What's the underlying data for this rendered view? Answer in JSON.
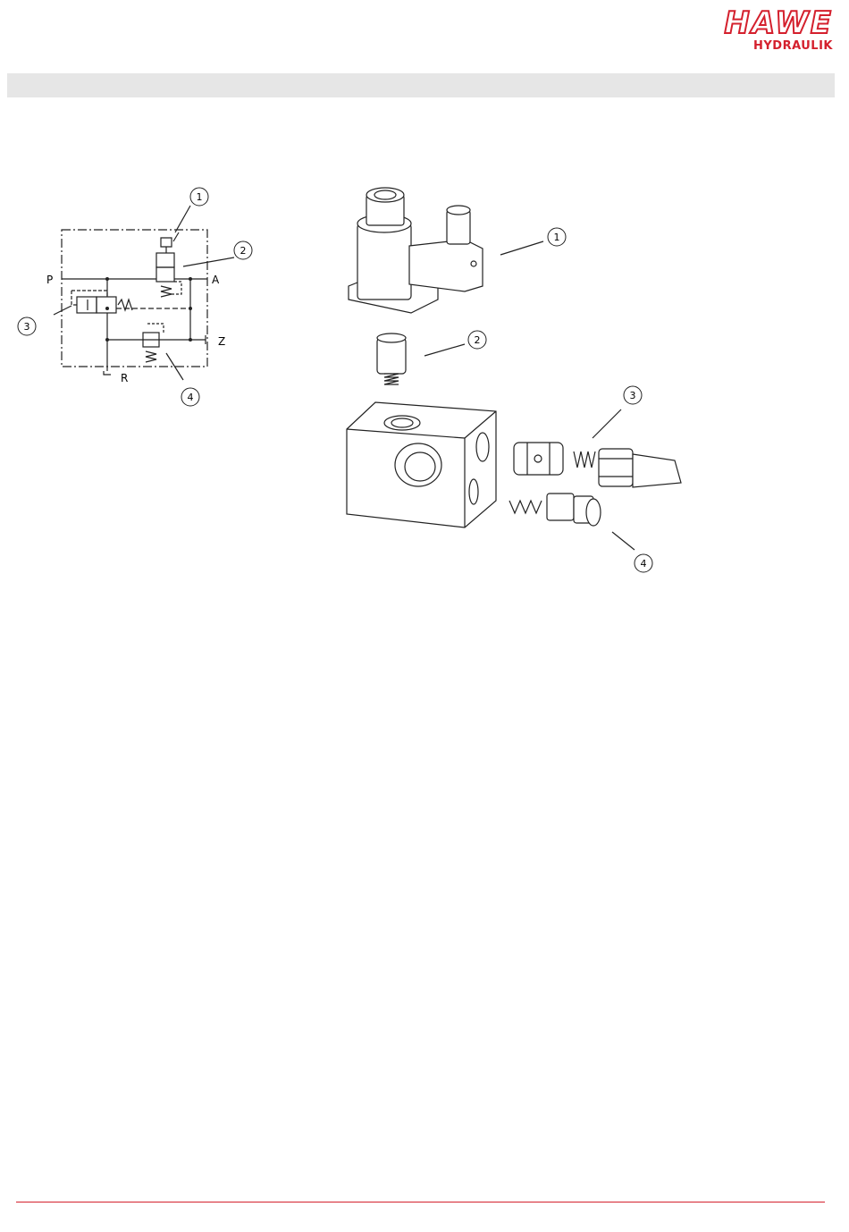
{
  "brand": {
    "name": "HAWE",
    "subtitle": "HYDRAULIK",
    "color": "#d4202d"
  },
  "schematic": {
    "ports": {
      "p": "P",
      "a": "A",
      "z": "Z",
      "r": "R"
    },
    "callouts": [
      "1",
      "2",
      "3",
      "4"
    ]
  },
  "exploded_view": {
    "callouts": [
      "1",
      "2",
      "3",
      "4"
    ]
  }
}
